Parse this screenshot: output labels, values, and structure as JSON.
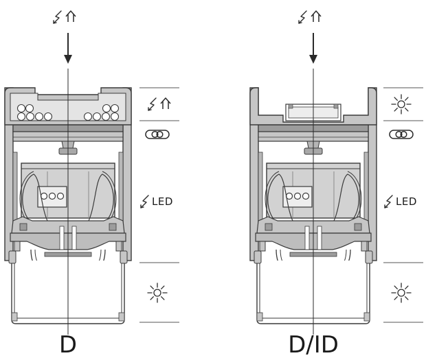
{
  "colors": {
    "outline": "#3a3a3a",
    "profile_fill": "#c6c6c6",
    "profile_dark": "#9c9c9c",
    "driver_fill": "#d2d2d2",
    "terminal_fill": "#eeeeee",
    "ink": "#1a1a1a"
  },
  "panels": [
    {
      "title": "D",
      "top_symbol": "power-house-icon",
      "legend": [
        {
          "icon": "power-house-icon",
          "text": ""
        },
        {
          "icon": "link-icon",
          "text": ""
        },
        {
          "icon": "power-icon",
          "text": "LED"
        },
        {
          "icon": "light-icon",
          "text": ""
        }
      ]
    },
    {
      "title": "D/ID",
      "top_symbol": "power-house-icon",
      "legend": [
        {
          "icon": "light-icon",
          "text": ""
        },
        {
          "icon": "link-icon",
          "text": ""
        },
        {
          "icon": "power-icon",
          "text": "LED"
        },
        {
          "icon": "light-icon",
          "text": ""
        }
      ]
    }
  ]
}
